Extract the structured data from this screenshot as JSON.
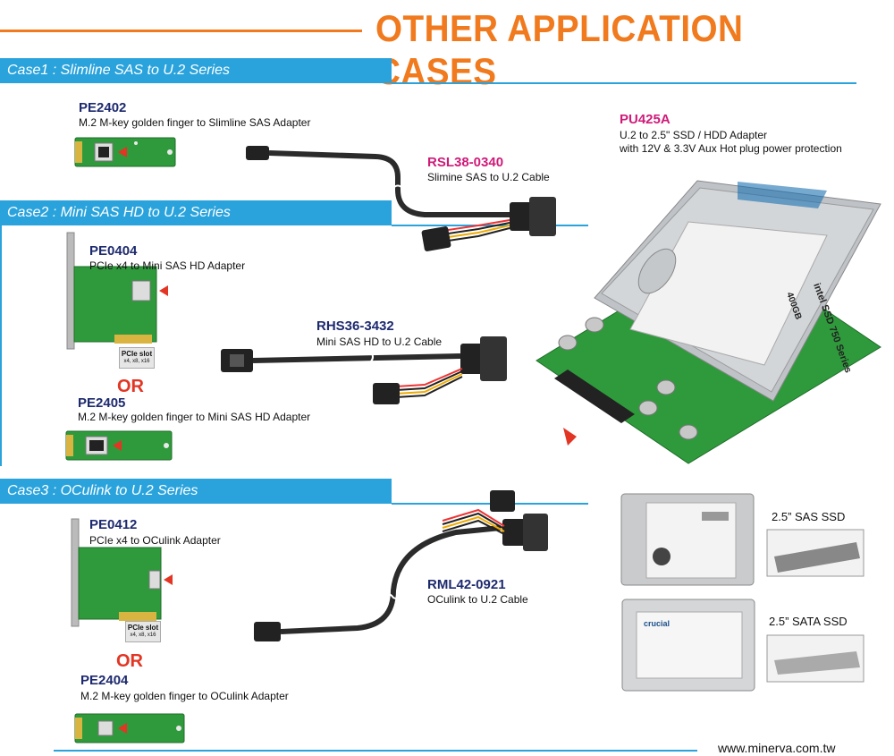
{
  "header": {
    "title": "OTHER APPLICATION CASES"
  },
  "cases": [
    {
      "label": "Case1 : Slimline SAS to U.2 Series"
    },
    {
      "label": "Case2 : Mini SAS HD to U.2 Series"
    },
    {
      "label": "Case3 : OCulink to U.2 Series"
    }
  ],
  "products": {
    "pe2402": {
      "code": "PE2402",
      "desc": "M.2 M-key golden finger to Slimline SAS Adapter"
    },
    "rsl38": {
      "code": "RSL38-0340",
      "desc": "Slimine SAS to U.2 Cable"
    },
    "pe0404": {
      "code": "PE0404",
      "desc": "PCIe x4 to Mini SAS HD Adapter"
    },
    "pe2405": {
      "code": "PE2405",
      "desc": "M.2 M-key golden finger to Mini SAS HD Adapter"
    },
    "rhs36": {
      "code": "RHS36-3432",
      "desc": "Mini SAS HD to U.2 Cable"
    },
    "pe0412": {
      "code": "PE0412",
      "desc": "PCIe x4 to OCulink Adapter"
    },
    "pe2404": {
      "code": "PE2404",
      "desc": "M.2 M-key golden finger to OCulink Adapter"
    },
    "rml42": {
      "code": "RML42-0921",
      "desc": "OCulink to U.2 Cable"
    },
    "pu425a": {
      "code": "PU425A",
      "desc1": "U.2 to 2.5\" SSD / HDD Adapter",
      "desc2": "with 12V & 3.3V Aux Hot plug power protection"
    }
  },
  "labels": {
    "or": "OR",
    "pcie_slot": "PCIe slot",
    "pcie_slot_sub": "x4, x8, x16",
    "sas_ssd": "2.5” SAS SSD",
    "sata_ssd": "2.5” SATA SSD",
    "intel_series": "intel SSD 750 Series",
    "intel_cap": "400GB",
    "crucial": "crucial"
  },
  "footer": {
    "url": "www.minerva.com.tw"
  },
  "colors": {
    "orange": "#f07a1d",
    "blue": "#2aa3dc",
    "navy": "#1d2a6e",
    "magenta": "#d01a78",
    "red": "#e23524",
    "pcb": "#2f9a3c"
  }
}
